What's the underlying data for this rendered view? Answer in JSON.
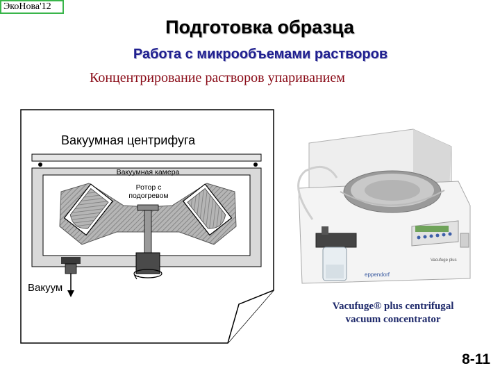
{
  "badge": "ЭкоНова'12",
  "title": "Подготовка образца",
  "subtitle": "Работа с микрообъемами растворов",
  "section": "Концентрирование растворов упариванием",
  "diagram": {
    "heading": "Вакуумная центрифуга",
    "chamber_label": "Вакуумная камера",
    "rotor_label_line1": "Ротор с",
    "rotor_label_line2": "подогревом",
    "vacuum_label": "Вакуум"
  },
  "photo": {
    "caption_line1": "Vacufuge® plus centrifugal",
    "caption_line2": "vacuum concentrator",
    "brand": "eppendorf",
    "model": "Vacufuge plus"
  },
  "page_number": "8-11",
  "colors": {
    "badge_border": "#39b54a",
    "subtitle": "#1f1f8f",
    "section": "#8a0c18",
    "caption": "#1f2a6b"
  }
}
